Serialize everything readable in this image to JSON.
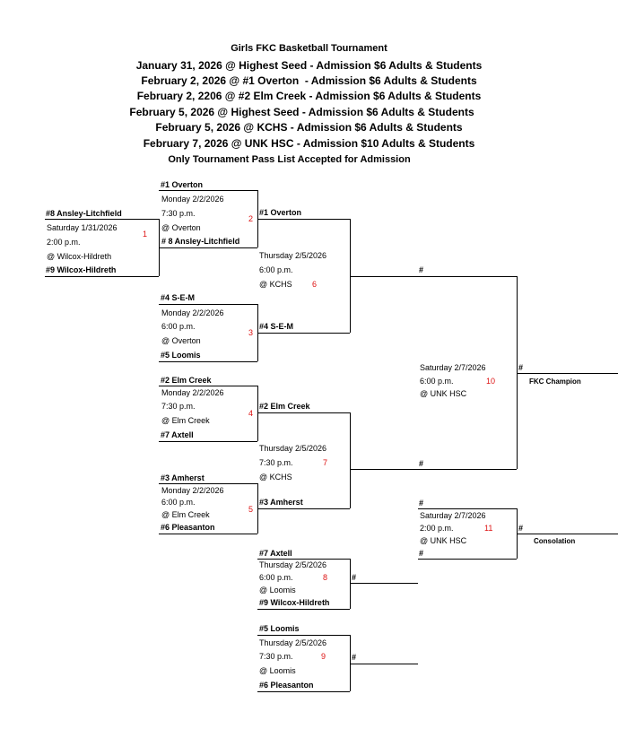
{
  "header": {
    "title": "Girls FKC Basketball Tournament",
    "lines": [
      "January 31, 2026 @ Highest Seed - Admission $6 Adults & Students",
      "February 2, 2026 @ #1 Overton  - Admission $6 Adults & Students",
      "February 2, 2206 @ #2 Elm Creek - Admission $6 Adults & Students",
      "February 5, 2026 @ Highest Seed - Admission $6 Adults & Students",
      "February 5, 2026 @ KCHS - Admission $6 Adults & Students",
      "February 7, 2026 @ UNK HSC - Admission $10 Adults & Students"
    ],
    "note": "Only Tournament Pass List Accepted for Admission"
  },
  "games": {
    "g1": {
      "top": "#8 Ansley-Litchfield",
      "date": "Saturday 1/31/2026",
      "time": "2:00 p.m.",
      "site": "@ Wilcox-Hildreth",
      "bottom": "#9 Wilcox-Hildreth",
      "num": "1"
    },
    "g2": {
      "top": "#1 Overton",
      "date": "Monday 2/2/2026",
      "time": "7:30 p.m.",
      "site": "@ Overton",
      "bottom": "# 8 Ansley-Litchfield",
      "num": "2"
    },
    "g3": {
      "top": "#4 S-E-M",
      "date": "Monday 2/2/2026",
      "time": "6:00 p.m.",
      "site": "@ Overton",
      "bottom": "#5 Loomis",
      "num": "3"
    },
    "g4": {
      "top": "#2 Elm Creek",
      "date": "Monday 2/2/2026",
      "time": "7:30 p.m.",
      "site": "@ Elm Creek",
      "bottom": "#7 Axtell",
      "num": "4"
    },
    "g5": {
      "top": "#3 Amherst",
      "date": "Monday 2/2/2026",
      "time": "6:00 p.m.",
      "site": "@ Elm Creek",
      "bottom": "#6 Pleasanton",
      "num": "5"
    },
    "g6": {
      "top": "#1 Overton",
      "date": "Thursday 2/5/2026",
      "time": "6:00 p.m.",
      "site": "@ KCHS",
      "bottom": "#4 S-E-M",
      "num": "6"
    },
    "g7": {
      "top": "#2 Elm Creek",
      "date": "Thursday 2/5/2026",
      "time": "7:30 p.m.",
      "site": "@ KCHS",
      "bottom": "#3 Amherst",
      "num": "7"
    },
    "g8": {
      "top": "#7 Axtell",
      "date": "Thursday 2/5/2026",
      "time": "6:00 p.m.",
      "site": "@ Loomis",
      "bottom": "#9 Wilcox-Hildreth",
      "num": "8",
      "winner": "#"
    },
    "g9": {
      "top": "#5 Loomis",
      "date": "Thursday 2/5/2026",
      "time": "7:30 p.m.",
      "site": "@ Loomis",
      "bottom": "#6 Pleasanton",
      "num": "9",
      "winner": "#"
    },
    "g10": {
      "top": "#",
      "date": "Saturday 2/7/2026",
      "time": "6:00 p.m.",
      "site": "@ UNK HSC",
      "bottom": "#",
      "num": "10",
      "winner": "#",
      "label": "FKC Champion"
    },
    "g11": {
      "top": "#",
      "date": "Saturday 2/7/2026",
      "time": "2:00 p.m.",
      "site": "@ UNK HSC",
      "bottom": "#",
      "num": "11",
      "winner": "#",
      "label": "Consolation"
    }
  }
}
